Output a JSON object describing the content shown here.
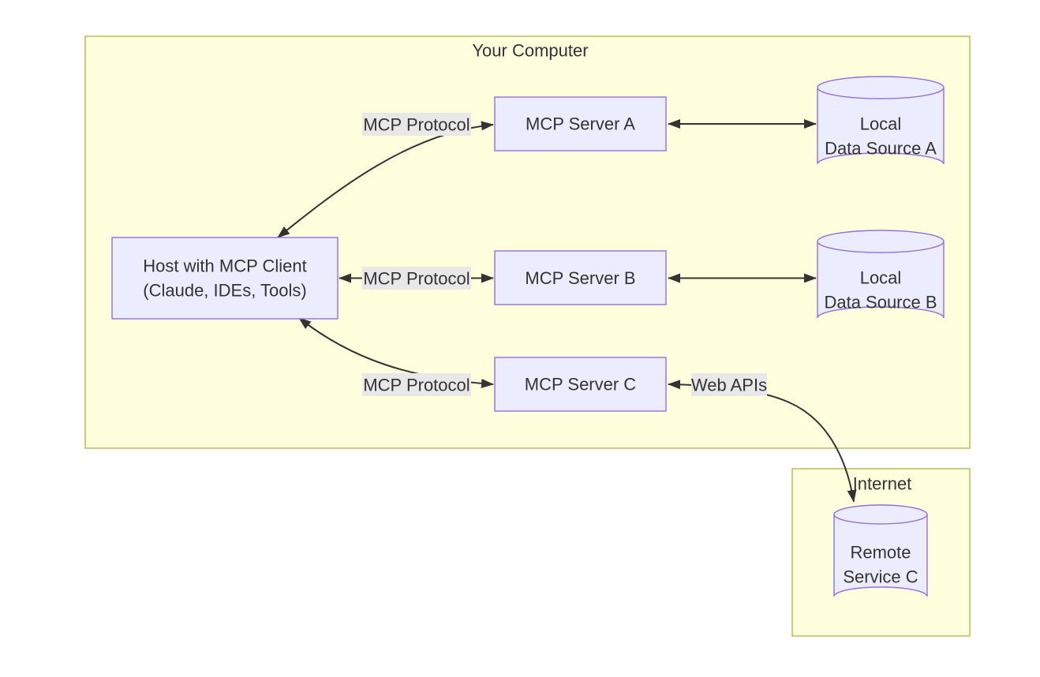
{
  "colors": {
    "canvas_bg": "#ffffff",
    "container_fill": "#ffffde",
    "container_stroke": "#aaaa33",
    "node_fill": "#ececff",
    "node_stroke": "#9370db",
    "edge_label_bg": "#e8e8e8",
    "line": "#333333",
    "text": "#333333"
  },
  "containers": {
    "computer": {
      "title": "Your Computer"
    },
    "internet": {
      "title": "Internet"
    }
  },
  "nodes": {
    "host": {
      "line1": "Host with MCP Client",
      "line2": "(Claude, IDEs, Tools)"
    },
    "server_a": {
      "label": "MCP Server A"
    },
    "server_b": {
      "label": "MCP Server B"
    },
    "server_c": {
      "label": "MCP Server C"
    },
    "data_a": {
      "line1": "Local",
      "line2": "Data Source A"
    },
    "data_b": {
      "line1": "Local",
      "line2": "Data Source B"
    },
    "remote_c": {
      "line1": "Remote",
      "line2": "Service C"
    }
  },
  "edges": {
    "host_server_a": {
      "label": "MCP Protocol"
    },
    "host_server_b": {
      "label": "MCP Protocol"
    },
    "host_server_c": {
      "label": "MCP Protocol"
    },
    "server_c_remote": {
      "label": "Web APIs"
    }
  }
}
